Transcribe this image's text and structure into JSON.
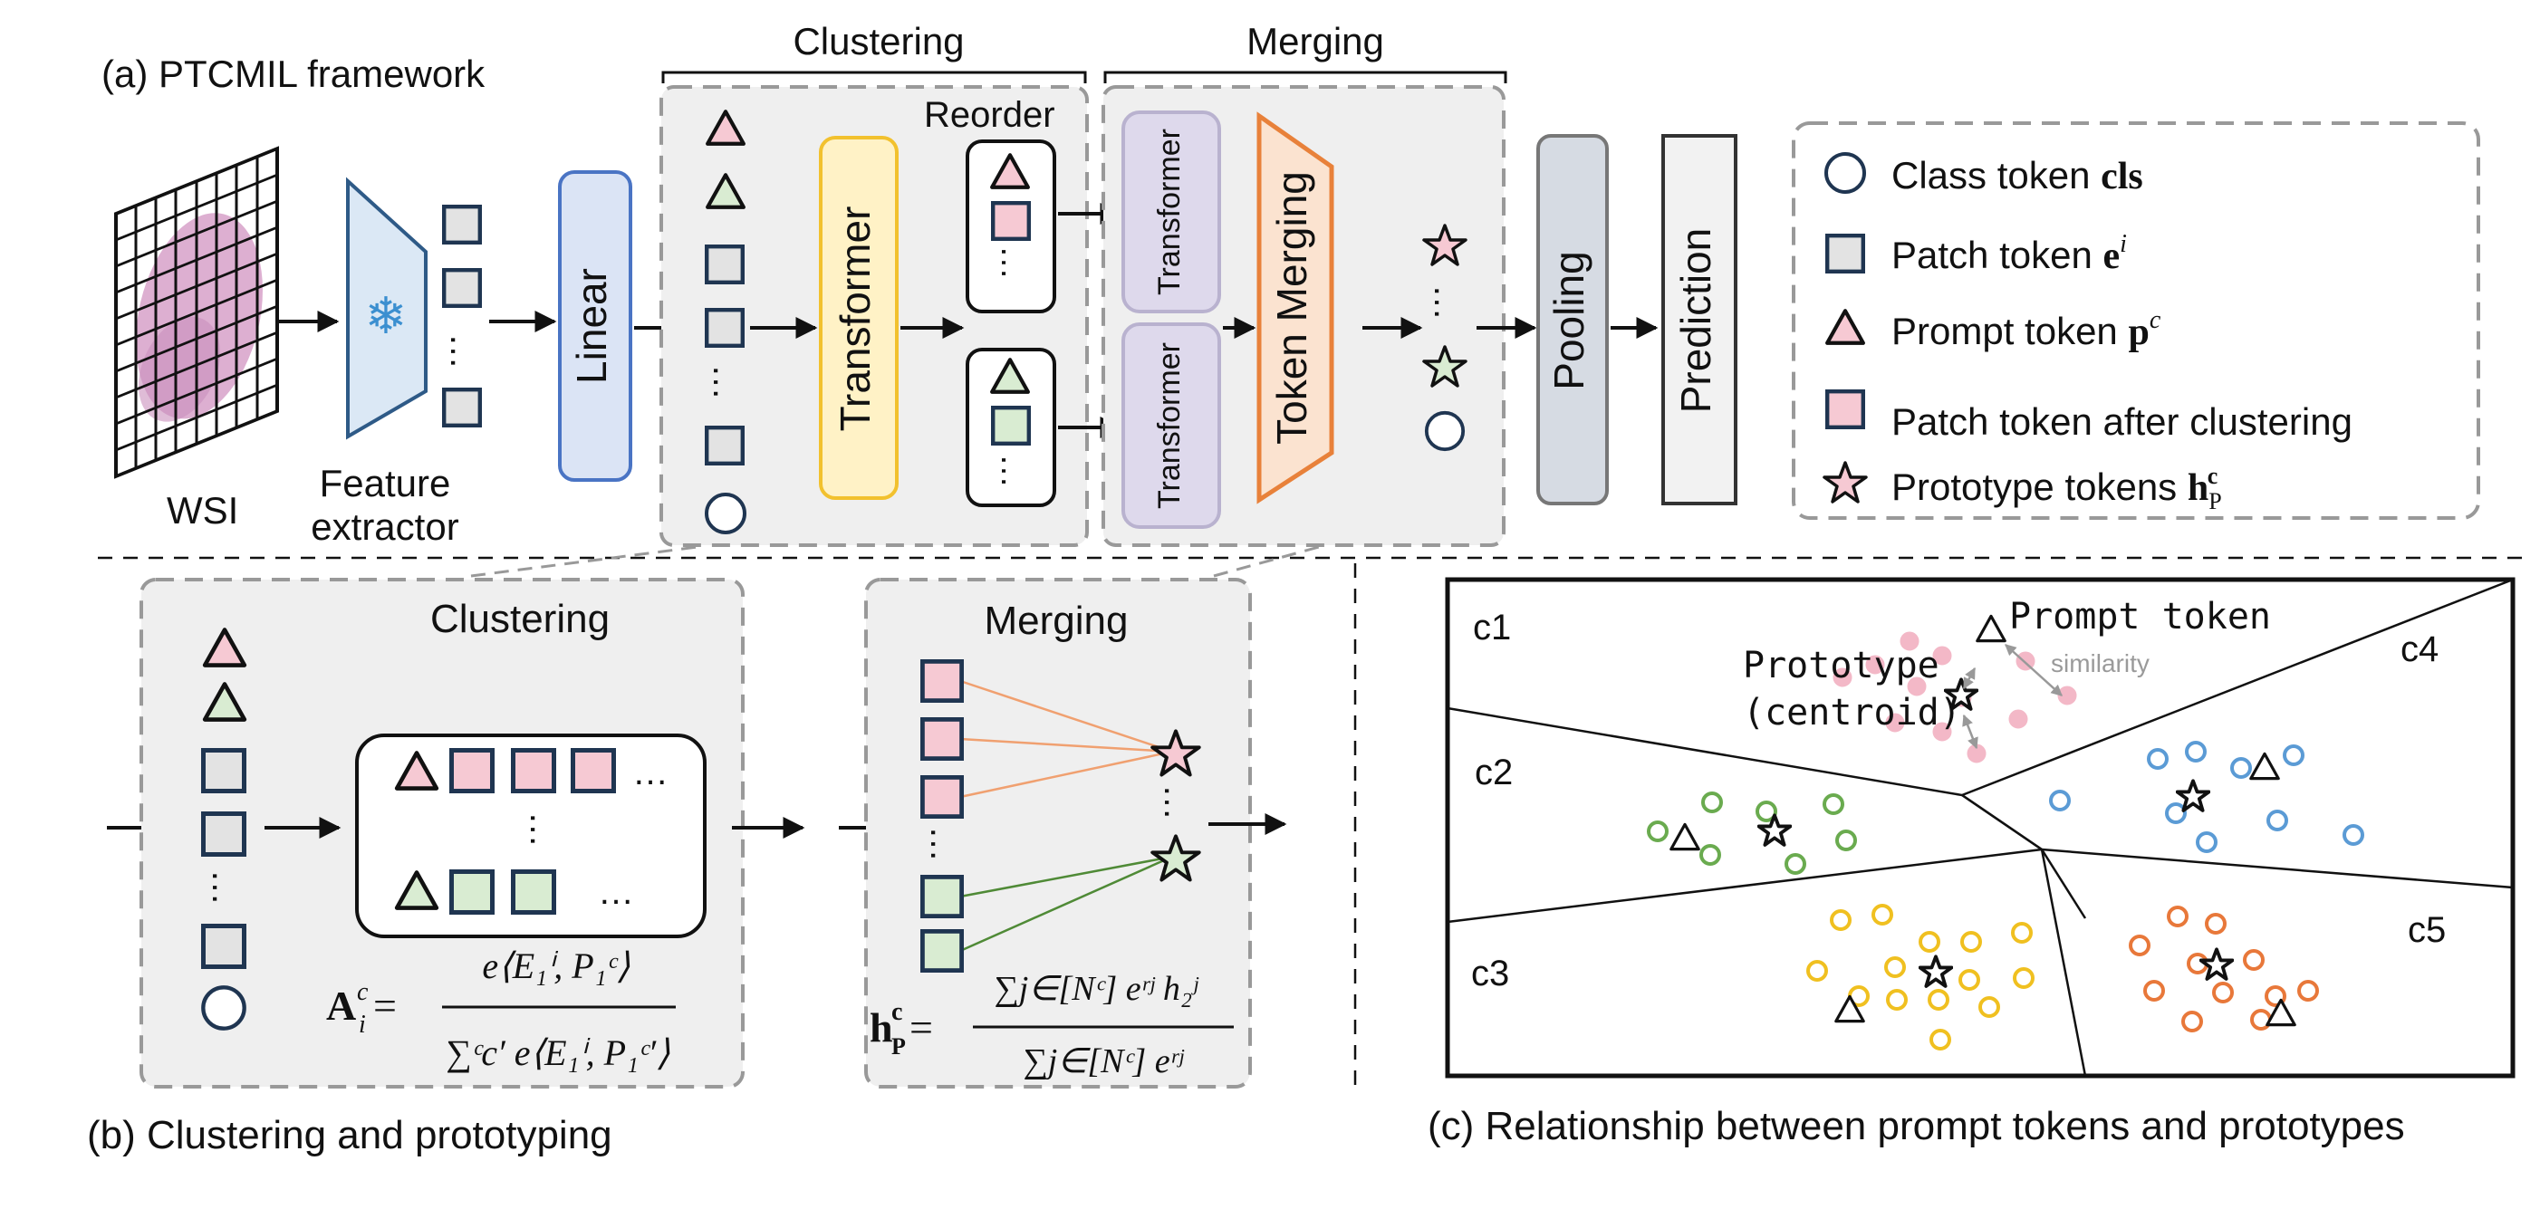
{
  "panel_a": {
    "title": "(a) PTCMIL framework",
    "wsi_label": "WSI",
    "feature_extractor_line1": "Feature",
    "feature_extractor_line2": "extractor",
    "linear_label": "Linear",
    "clustering_bracket_label": "Clustering",
    "merging_bracket_label": "Merging",
    "reorder_label": "Reorder",
    "transformer_label": "Transformer",
    "token_merging_label": "Token Merging",
    "pooling_label": "Pooling",
    "prediction_label": "Prediction",
    "ellipsis": "…"
  },
  "legend": {
    "items": [
      {
        "icon": "circle",
        "label": "Class token ",
        "math": "cls"
      },
      {
        "icon": "square-gray",
        "label": "Patch token ",
        "math": "e",
        "sup": "i"
      },
      {
        "icon": "triangle-pink",
        "label": "Prompt token ",
        "math": "p",
        "sup": "c"
      },
      {
        "icon": "square-pink",
        "label": "Patch token after clustering",
        "math": ""
      },
      {
        "icon": "star-pink",
        "label": "Prototype tokens ",
        "math": "h",
        "sub": "P",
        "sup": "c"
      }
    ]
  },
  "panel_b": {
    "title": "(b) Clustering and prototyping",
    "clustering_title": "Clustering",
    "merging_title": "Merging",
    "ellipsis": "…",
    "formula_a": {
      "lhs": "A",
      "lhs_sub": "i",
      "lhs_sup": "c",
      "eq": " = ",
      "num": "e⟨E₁ⁱ, P₁ᶜ⟩",
      "den": "∑ᶜc′ e⟨E₁ⁱ, P₁ᶜ′⟩"
    },
    "formula_h": {
      "lhs": "h",
      "lhs_sub": "P",
      "lhs_sup": "c",
      "eq": " = ",
      "num": "∑j∈[Nᶜ] eʳʲ h₂ʲ",
      "den": "∑j∈[Nᶜ] eʳʲ"
    }
  },
  "panel_c": {
    "title": "(c) Relationship between prompt tokens and prototypes",
    "regions": [
      "c1",
      "c2",
      "c3",
      "c4",
      "c5"
    ],
    "prompt_token_label": "Prompt token",
    "prototype_label_line1": "Prototype",
    "prototype_label_line2": "(centroid)",
    "similarity_label": "similarity"
  },
  "colors": {
    "token_border": "#1f3551",
    "patch_gray": "#e3e3e3",
    "pink": "#f6c9d3",
    "green": "#d9ecd2",
    "linear_fill": "#dbe4f5",
    "linear_stroke": "#4a74c4",
    "transformer_fill": "#fff2c6",
    "transformer_stroke": "#f2c12e",
    "sub_transformer_fill": "#ded9ec",
    "token_merge_fill": "#fbe3d0",
    "token_merge_stroke": "#e8813a",
    "pooling_fill": "#d6dbe3",
    "prediction_fill": "#f2f2f2",
    "panel_bg": "#efefef",
    "dash": "#999999",
    "c1_dots": "#f3b8c7",
    "c2_dots": "#6aab4f",
    "c3_dots": "#f0c020",
    "c4_dots": "#5b9bd5",
    "c5_dots": "#e8783a",
    "orange_line": "#f0a070",
    "green_line": "#4f8a36"
  }
}
